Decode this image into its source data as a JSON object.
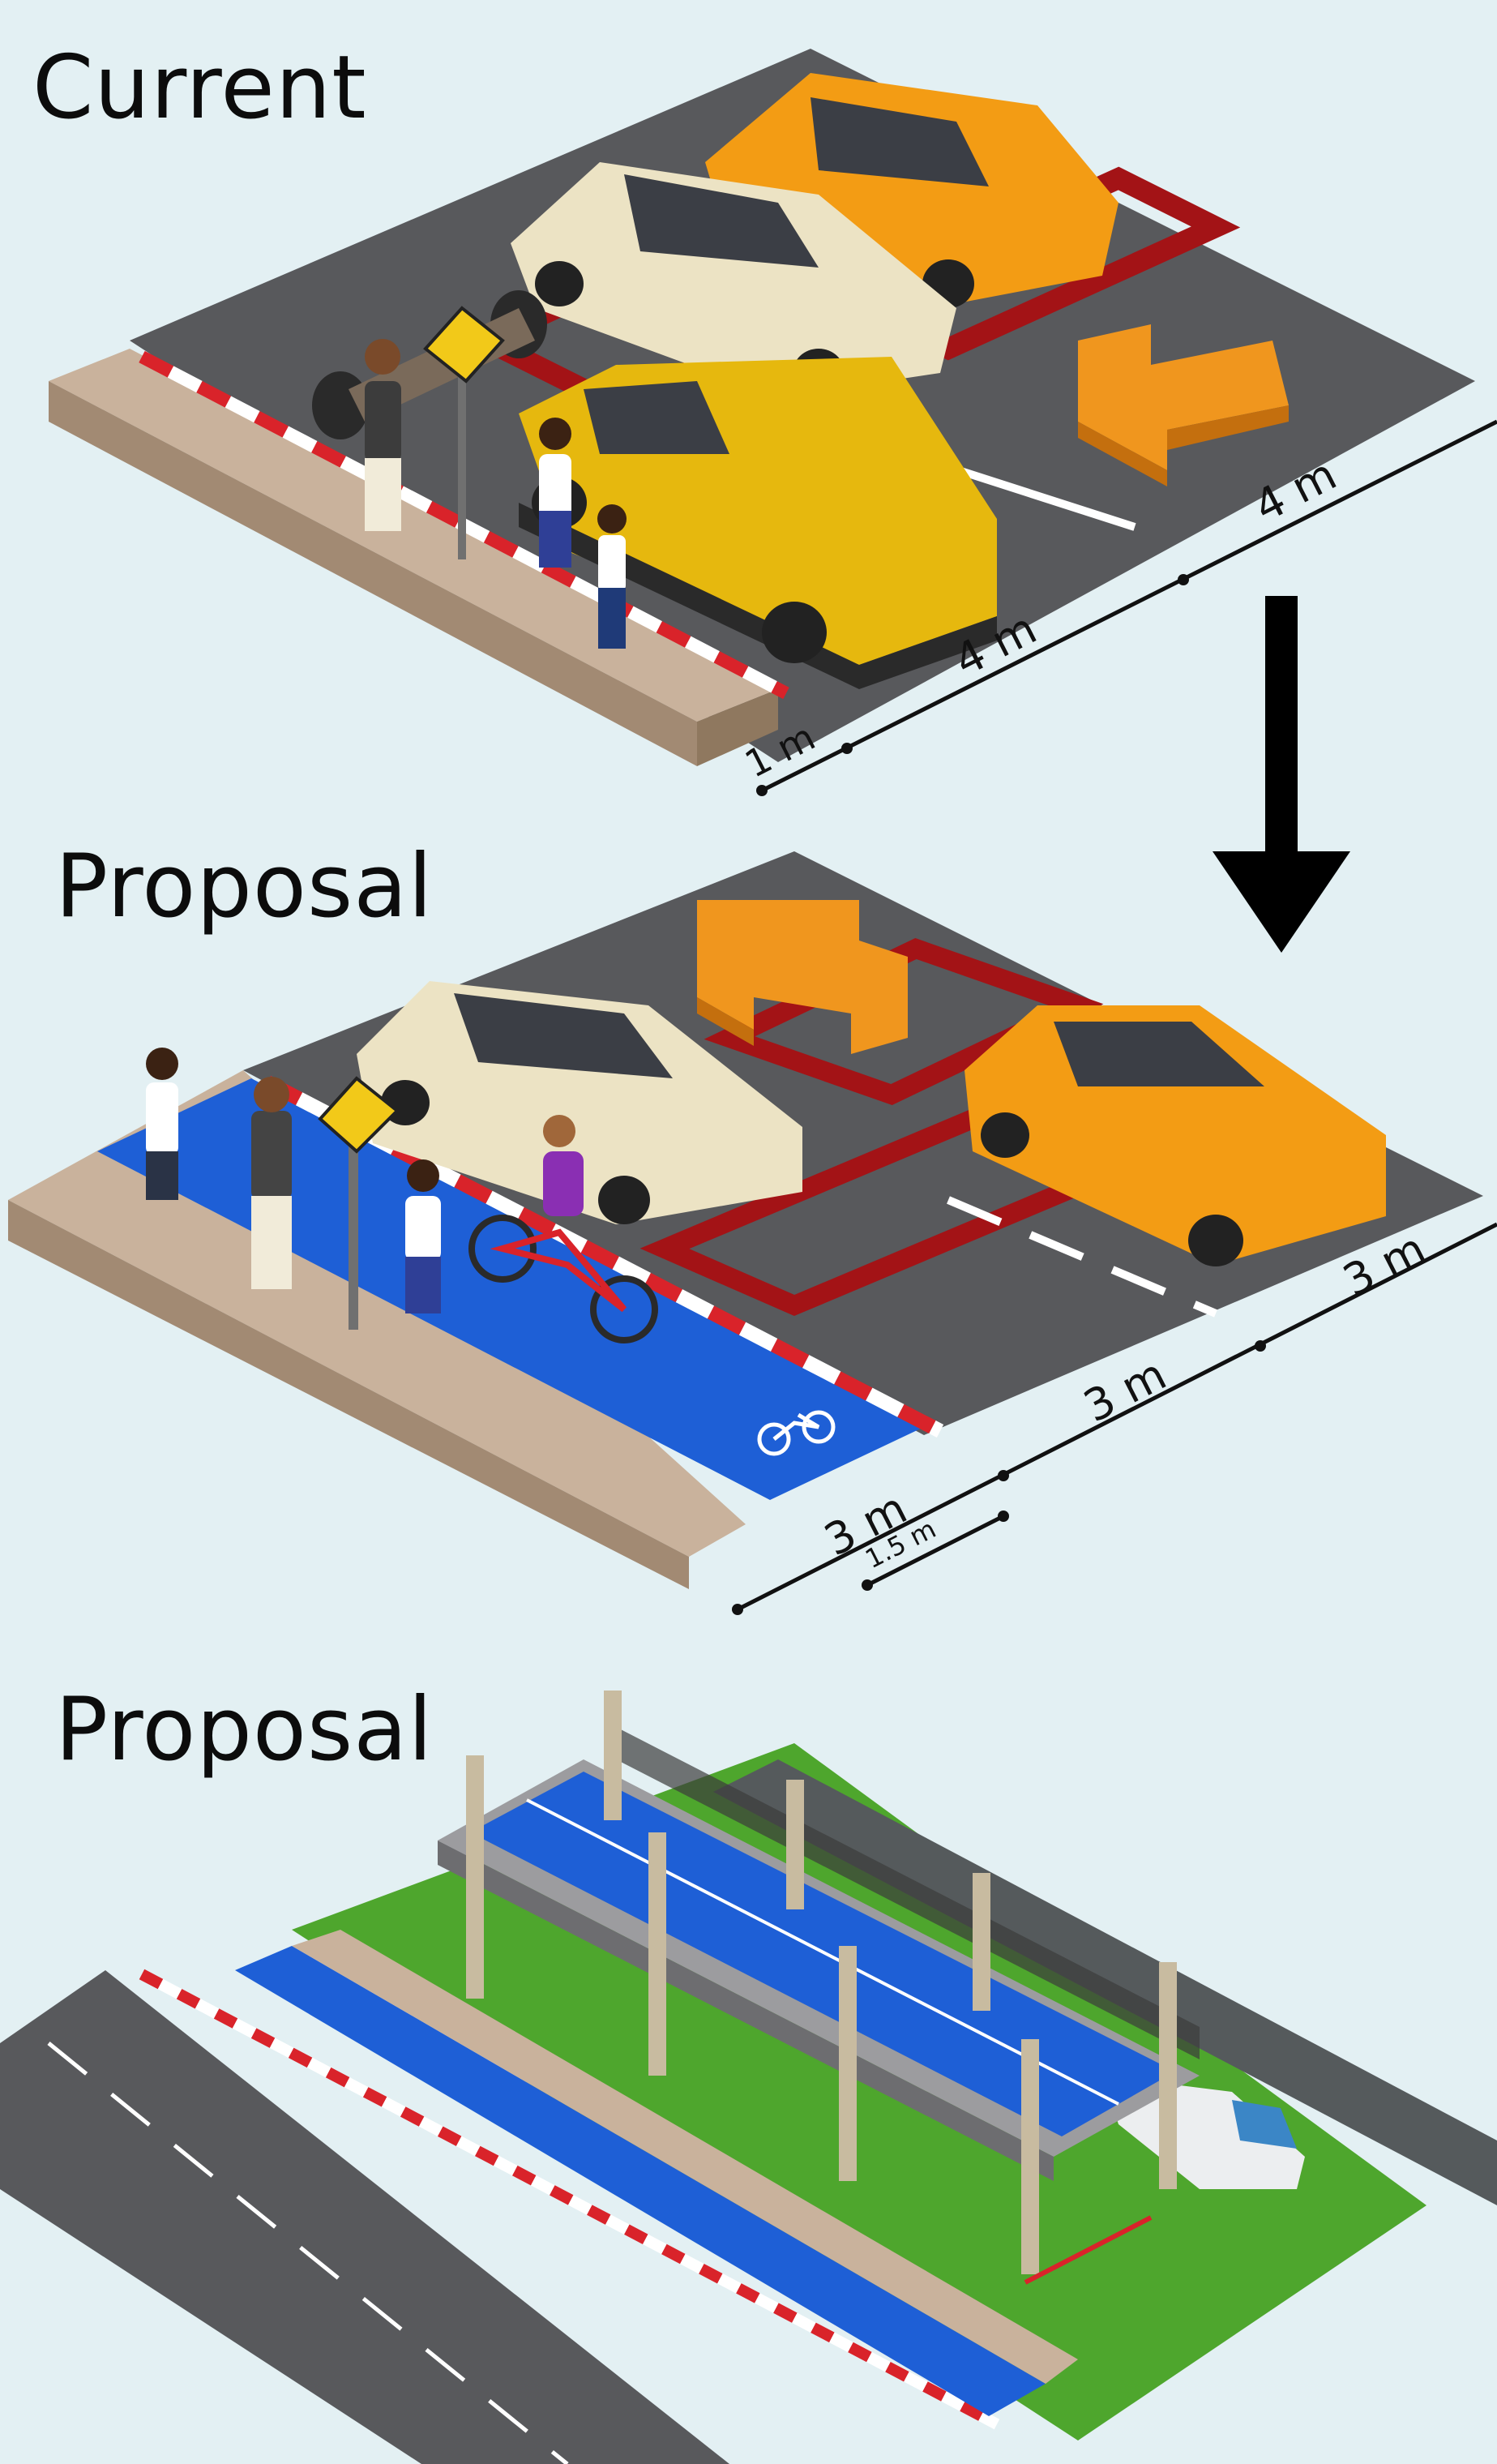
{
  "headings": {
    "current": "Current",
    "proposal_street": "Proposal",
    "proposal_elevated": "Proposal"
  },
  "current_dimensions": {
    "sidewalk_width": "1 m",
    "lane_width": "4 m",
    "parking_width": "4 m"
  },
  "proposal_dimensions": {
    "bike_lane_width": "3 m",
    "buffer_width": "1.5 m",
    "lane_width": "3 m",
    "parking_width": "3 m"
  },
  "icons": {
    "arrow": "down-arrow-icon",
    "bike_symbol": "bicycle-icon",
    "school_sign": "school-crossing-sign-icon"
  },
  "colors": {
    "background": "#e3f0f3",
    "asphalt": "#555659",
    "sidewalk": "#c8b09a",
    "bike_lane": "#1e5fd6",
    "curb_red": "#d9232a",
    "parking_red": "#a31316",
    "grass": "#4ea62d",
    "orange_arrow": "#f0961e"
  }
}
